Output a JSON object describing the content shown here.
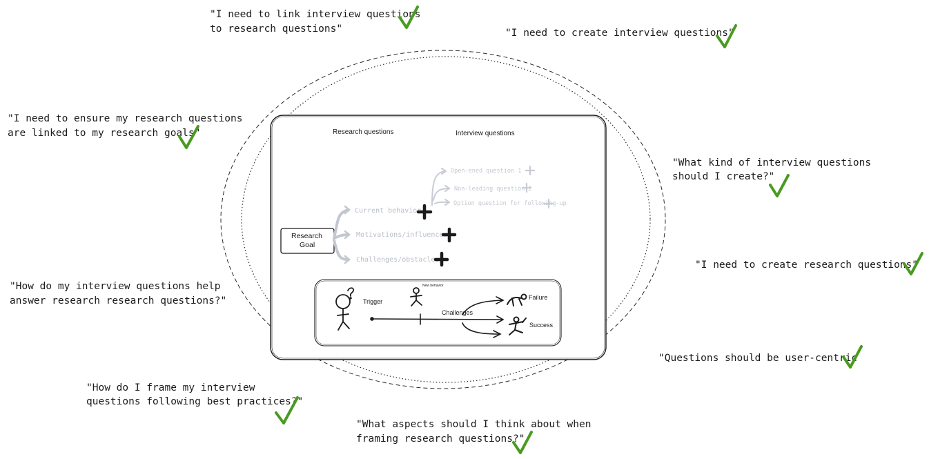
{
  "quotes": [
    {
      "id": "link-interview-research",
      "lines": [
        "\"I need to link interview questions",
        "to research questions\""
      ]
    },
    {
      "id": "create-interview",
      "lines": [
        "\"I need to create interview questions\""
      ]
    },
    {
      "id": "ensure-linked-goals",
      "lines": [
        "\"I need to ensure my research questions",
        "are linked to my research goals\""
      ]
    },
    {
      "id": "what-kind-interview",
      "lines": [
        "\"What kind of interview questions",
        "should I create?\""
      ]
    },
    {
      "id": "create-research",
      "lines": [
        "\"I need to create research questions\""
      ]
    },
    {
      "id": "how-help-answer",
      "lines": [
        "\"How do my interview questions help",
        "answer research research questions?\""
      ]
    },
    {
      "id": "user-centric",
      "lines": [
        "\"Questions should be user-centric"
      ]
    },
    {
      "id": "best-practices",
      "lines": [
        "\"How do I frame my interview",
        "questions following best practices?\""
      ]
    },
    {
      "id": "what-aspects",
      "lines": [
        "\"What aspects should I think about when",
        "framing research questions?\""
      ]
    }
  ],
  "board": {
    "headers": {
      "research": "Research questions",
      "interview": "Interview questions"
    },
    "goal": {
      "line1": "Research",
      "line2": "Goal"
    },
    "research_questions": [
      "Current behavior",
      "Motivations/influences",
      "Challenges/obstacles"
    ],
    "interview_questions": [
      "Open-ened question 1",
      "Non-leading question 2",
      "Option question for following-up"
    ],
    "journey": {
      "trigger": "Trigger",
      "new_behavior": "New behavior",
      "challenges": "Challenges",
      "failure": "Failure",
      "success": "Success"
    }
  },
  "colors": {
    "check": "#4a9a22",
    "ink": "#1b1b1b",
    "faded": "#b9bec8"
  }
}
